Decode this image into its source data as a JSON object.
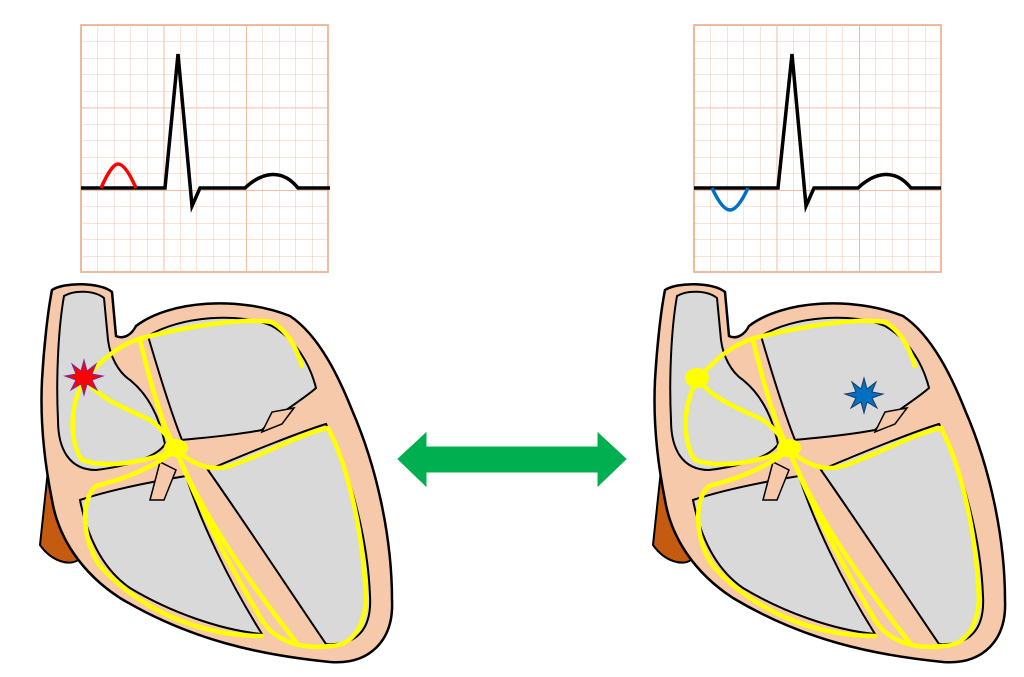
{
  "colors": {
    "grid_line": "#f3c6ad",
    "grid_major": "#efb597",
    "trace": "#000000",
    "p_wave_normal": "#ff0000",
    "p_wave_inverted": "#0070c0",
    "heart_wall": "#f7c9ab",
    "chamber": "#d9d9d9",
    "conduction": "#ffff00",
    "vessel": "#c55a11",
    "arrow": "#00b050",
    "focus_left": "#ff0000",
    "focus_right": "#0070c0"
  },
  "diagram": {
    "panels": [
      {
        "id": "left",
        "p_wave": "upright",
        "focus": "sinus-node-region"
      },
      {
        "id": "right",
        "p_wave": "inverted",
        "focus": "lower-atrium-region"
      }
    ],
    "arrow": "bidirectional"
  }
}
